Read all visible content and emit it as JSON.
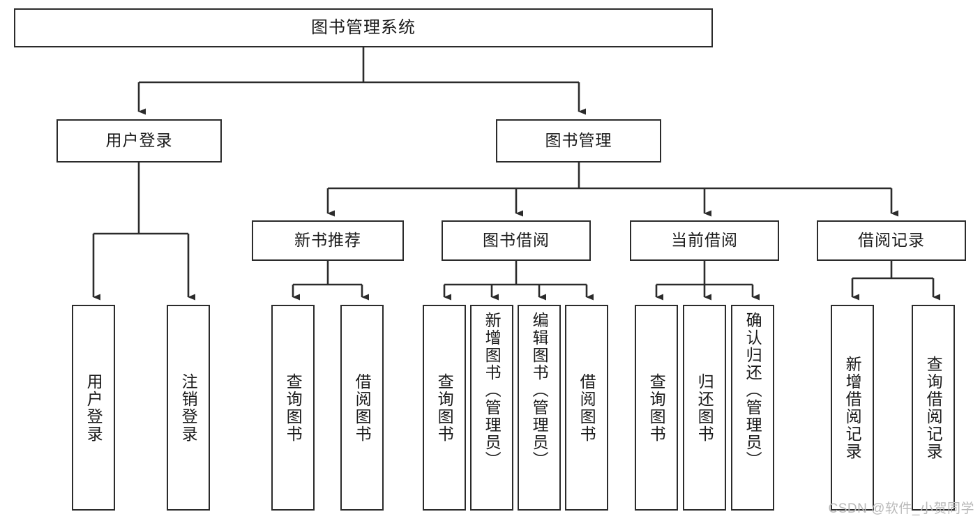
{
  "diagram": {
    "type": "tree",
    "title": "图书管理系统",
    "orientation": "top-down",
    "colors": {
      "box_border": "#2b2b2b",
      "box_fill": "#ffffff",
      "connector": "#2b2b2b",
      "text": "#1a1a1a",
      "watermark": "#b9b9b9",
      "background": "#ffffff"
    },
    "root": {
      "label": "图书管理系统"
    },
    "level1": [
      {
        "label": "用户登录"
      },
      {
        "label": "图书管理"
      }
    ],
    "level2": [
      {
        "label": "新书推荐"
      },
      {
        "label": "图书借阅"
      },
      {
        "label": "当前借阅"
      },
      {
        "label": "借阅记录"
      }
    ],
    "leaves": {
      "user_login": [
        {
          "label": "用户登录"
        },
        {
          "label": "注销登录"
        }
      ],
      "new_book_recommend": [
        {
          "label": "查询图书"
        },
        {
          "label": "借阅图书"
        }
      ],
      "book_borrow": [
        {
          "label": "查询图书"
        },
        {
          "label": "新增图书（管理员）"
        },
        {
          "label": "编辑图书（管理员）"
        },
        {
          "label": "借阅图书"
        }
      ],
      "current_borrow": [
        {
          "label": "查询图书"
        },
        {
          "label": "归还图书"
        },
        {
          "label": "确认归还（管理员）"
        }
      ],
      "borrow_record": [
        {
          "label": "新增借阅记录"
        },
        {
          "label": "查询借阅记录"
        }
      ]
    },
    "watermark": "CSDN @软件_小贺同学"
  }
}
